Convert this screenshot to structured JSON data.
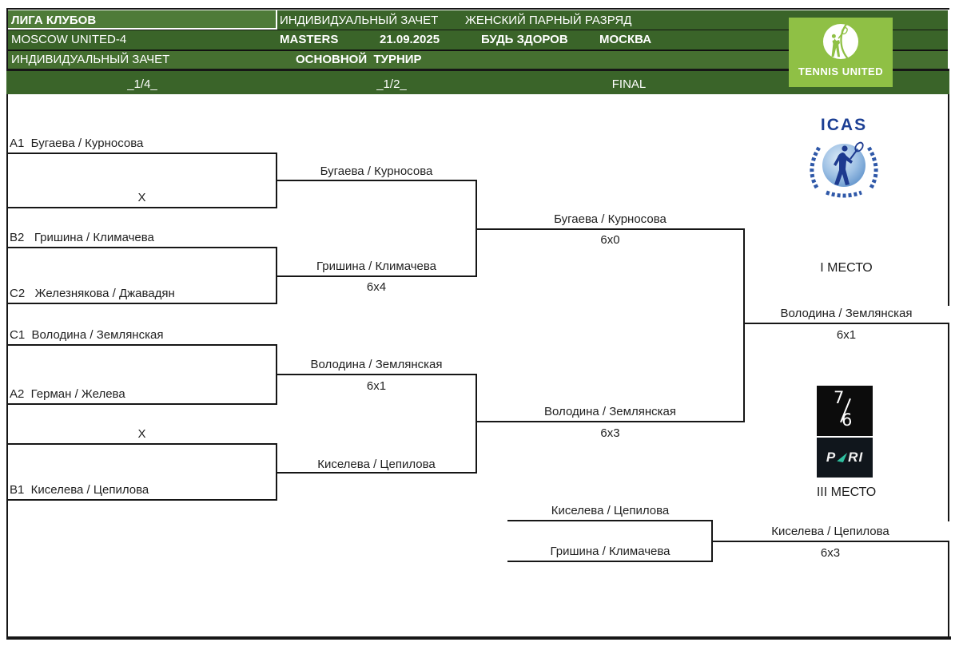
{
  "header": {
    "league": "ЛИГА КЛУБОВ",
    "club": "MOSCOW UNITED-4",
    "standing_left": "ИНДИВИДУАЛЬНЫЙ ЗАЧЕТ",
    "standing_mid": "ИНДИВИДУАЛЬНЫЙ ЗАЧЕТ",
    "category": "ЖЕНСКИЙ ПАРНЫЙ РАЗРЯД",
    "series": "MASTERS",
    "date": "21.09.2025",
    "venue": "БУДЬ ЗДОРОВ",
    "city": "МОСКВА",
    "draw": "ОСНОВНОЙ  ТУРНИР"
  },
  "stages": {
    "quarter": "_1/4_",
    "semi": "_1/2_",
    "final": "FINAL"
  },
  "bracket": {
    "qf1": {
      "team1": "A1  Бугаева / Курносова",
      "team2": "X"
    },
    "qf2": {
      "team1": "B2   Гришина / Климачева",
      "team2": "C2   Железнякова / Джавадян"
    },
    "qf3": {
      "team1": "C1  Володина / Землянская",
      "team2": "A2  Герман / Желева"
    },
    "qf4": {
      "team1": "X",
      "team2": "B1  Киселева / Цепилова"
    },
    "sf1": {
      "team1": "Бугаева / Курносова",
      "team2": "Гришина / Климачева",
      "team2_score": "6x4",
      "winner": "Бугаева / Курносова",
      "winner_score": "6x0"
    },
    "sf2": {
      "team1": "Володина / Землянская",
      "team1_score": "6x1",
      "team2": "Киселева / Цепилова",
      "winner": "Володина / Землянская",
      "winner_score": "6x3"
    },
    "final": {
      "winner": "Володина / Землянская",
      "score": "6x1",
      "place_label": "I МЕСТО"
    },
    "third": {
      "team1": "Киселева / Цепилова",
      "team2": "Гришина / Климачева",
      "winner": "Киселева / Цепилова",
      "score": "6x3",
      "place_label": "III МЕСТО"
    }
  },
  "logos": {
    "tennis_united": "TENNIS UNITED",
    "icas": "ICAS",
    "seven": "7",
    "six": "6",
    "pari_p": "P",
    "pari_ri": "RI"
  },
  "colors": {
    "header_dark_green": "#3a6429",
    "header_light_green": "#4e7b38",
    "header_mid_green": "#456f30",
    "tennis_united_green": "#8fc045",
    "icas_blue": "#1c3f94",
    "pari_teal": "#2fc0a0",
    "line_black": "#161616"
  }
}
